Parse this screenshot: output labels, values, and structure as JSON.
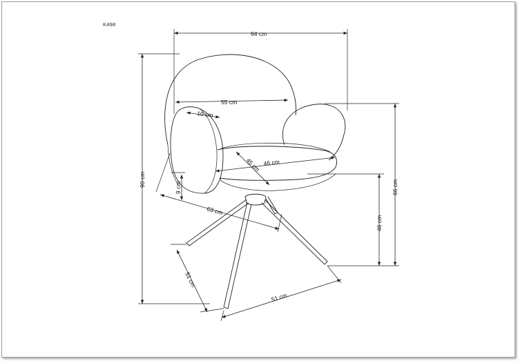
{
  "product_code": "K498",
  "dimensions": {
    "overall_width": "64 cm",
    "seat_back_width": "55 cm",
    "armrest_thickness": "10 cm",
    "seat_width": "46 cm",
    "seat_depth": "45 cm",
    "seat_thickness": "9 cm",
    "overall_depth": "63 cm",
    "base_depth": "51 cm",
    "base_width": "51 cm",
    "overall_height": "90 cm",
    "armrest_height": "66 cm",
    "seat_height": "46 cm"
  }
}
